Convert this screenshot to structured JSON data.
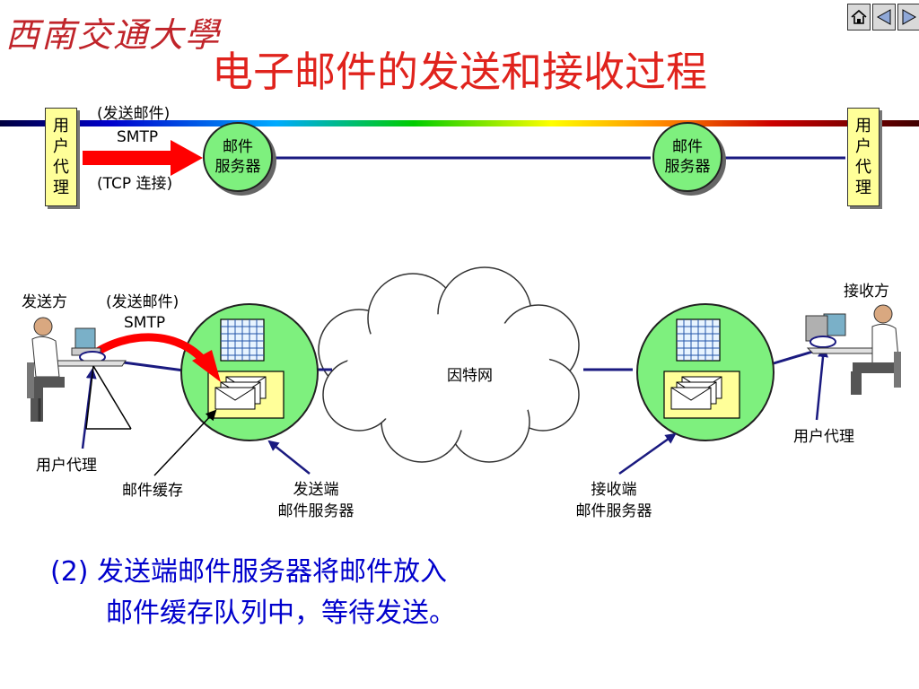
{
  "header": {
    "logo_text": "西南交通大學",
    "title": "电子邮件的发送和接收过程"
  },
  "nav": {
    "home_icon": "home-icon",
    "prev_icon": "triangle-left-icon",
    "next_icon": "triangle-right-icon"
  },
  "top_diagram": {
    "left_agent": [
      "用",
      "户",
      "代",
      "理"
    ],
    "right_agent": [
      "用",
      "户",
      "代",
      "理"
    ],
    "send_mail_label": "(发送邮件)",
    "smtp_label": "SMTP",
    "tcp_label": "(TCP 连接)",
    "server_left": [
      "邮件",
      "服务器"
    ],
    "server_right": [
      "邮件",
      "服务器"
    ]
  },
  "bottom_diagram": {
    "sender_label": "发送方",
    "receiver_label": "接收方",
    "send_mail_label": "(发送邮件)",
    "smtp_label": "SMTP",
    "internet_label": "因特网",
    "user_agent_left": "用户代理",
    "user_agent_right": "用户代理",
    "mail_cache_label": "邮件缓存",
    "sender_server_label": [
      "发送端",
      "邮件服务器"
    ],
    "receiver_server_label": [
      "接收端",
      "邮件服务器"
    ]
  },
  "caption": {
    "line1": "(2) 发送端邮件服务器将邮件放入",
    "line2": "邮件缓存队列中，等待发送。"
  },
  "colors": {
    "title": "#e0231d",
    "caption": "#0000cc",
    "server_fill": "#7ef07e",
    "agent_fill": "#ffff99",
    "arrow_red": "#ff0000",
    "line_navy": "#1a1a80"
  }
}
